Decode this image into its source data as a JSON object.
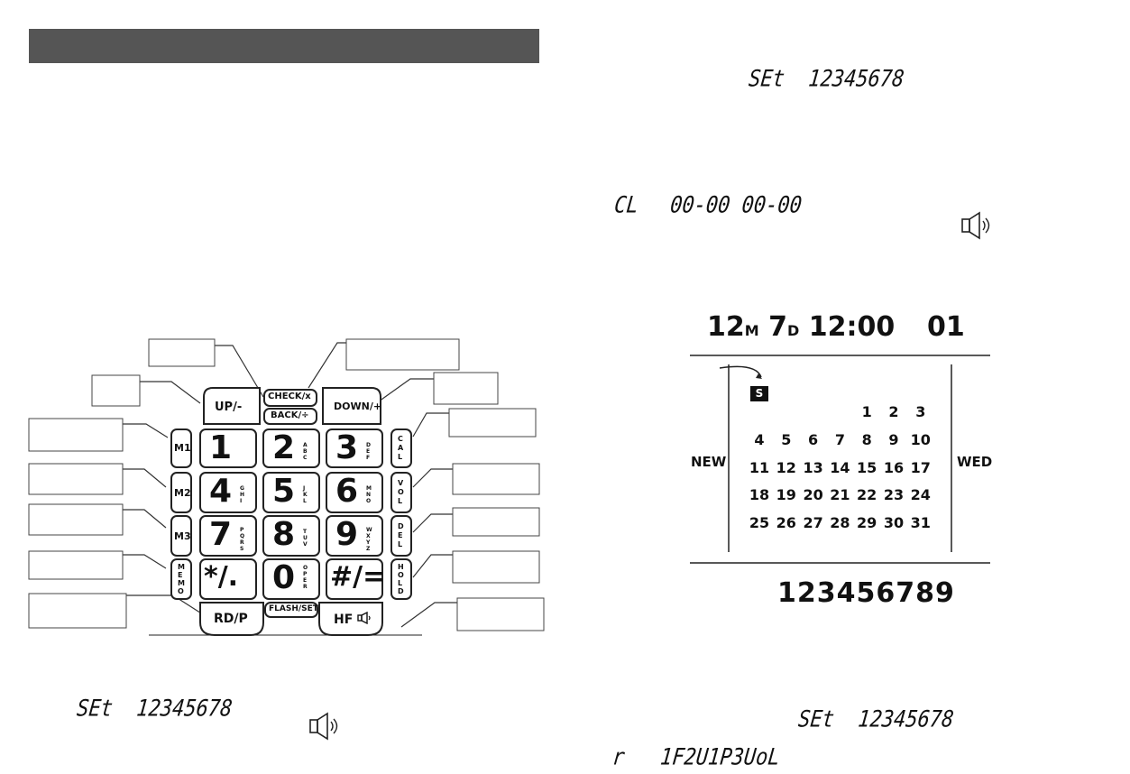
{
  "lcd": {
    "top_right": {
      "prefix": "SEt",
      "digits": "12345678"
    },
    "cl_line": {
      "prefix": "CL",
      "digits1": "00-00",
      "digits2": "00-00"
    },
    "bottom_left": {
      "prefix": "SEt",
      "digits": "12345678"
    },
    "bottom_right": {
      "prefix": "SEt",
      "digits": "12345678"
    },
    "ring_line": {
      "prefix": "r",
      "text": "1F2U1P3UoL"
    }
  },
  "keypad": {
    "top_keys": {
      "up": "UP/-",
      "check": "CHECK/x",
      "back": "BACK/÷",
      "down": "DOWN/+"
    },
    "left_keys": [
      "M1",
      "M2",
      "M3",
      "MEMO"
    ],
    "right_keys": [
      "CAL",
      "VOL",
      "DEL",
      "HOLD"
    ],
    "digits": [
      {
        "main": "1",
        "sub": ""
      },
      {
        "main": "2",
        "sub": "ABC"
      },
      {
        "main": "3",
        "sub": "DEF"
      },
      {
        "main": "4",
        "sub": "GHI"
      },
      {
        "main": "5",
        "sub": "JKL"
      },
      {
        "main": "6",
        "sub": "MNO"
      },
      {
        "main": "7",
        "sub": "PQRS"
      },
      {
        "main": "8",
        "sub": "TUV"
      },
      {
        "main": "9",
        "sub": "WXYZ"
      },
      {
        "main": "*/.",
        "sub": ""
      },
      {
        "main": "0",
        "sub": "OPER"
      },
      {
        "main": "#/=",
        "sub": ""
      }
    ],
    "bottom_keys": {
      "redial": "RD/P",
      "flash": "FLASH/SET",
      "handsfree": "HF"
    }
  },
  "calendar": {
    "header": {
      "month": "12",
      "month_unit": "M",
      "day": "7",
      "day_unit": "D",
      "time": "12:00",
      "count": "01"
    },
    "selected_day_marker": "S",
    "left_label": "NEW",
    "right_label": "WED",
    "weeks": [
      [
        "",
        "",
        "",
        "",
        "1",
        "2",
        "3"
      ],
      [
        "4",
        "5",
        "6",
        "7",
        "8",
        "9",
        "10"
      ],
      [
        "11",
        "12",
        "13",
        "14",
        "15",
        "16",
        "17"
      ],
      [
        "18",
        "19",
        "20",
        "21",
        "22",
        "23",
        "24"
      ],
      [
        "25",
        "26",
        "27",
        "28",
        "29",
        "30",
        "31"
      ]
    ],
    "number_display": "123456789"
  },
  "icons": [
    "speaker-icon",
    "speaker-icon",
    "speaker-icon"
  ]
}
